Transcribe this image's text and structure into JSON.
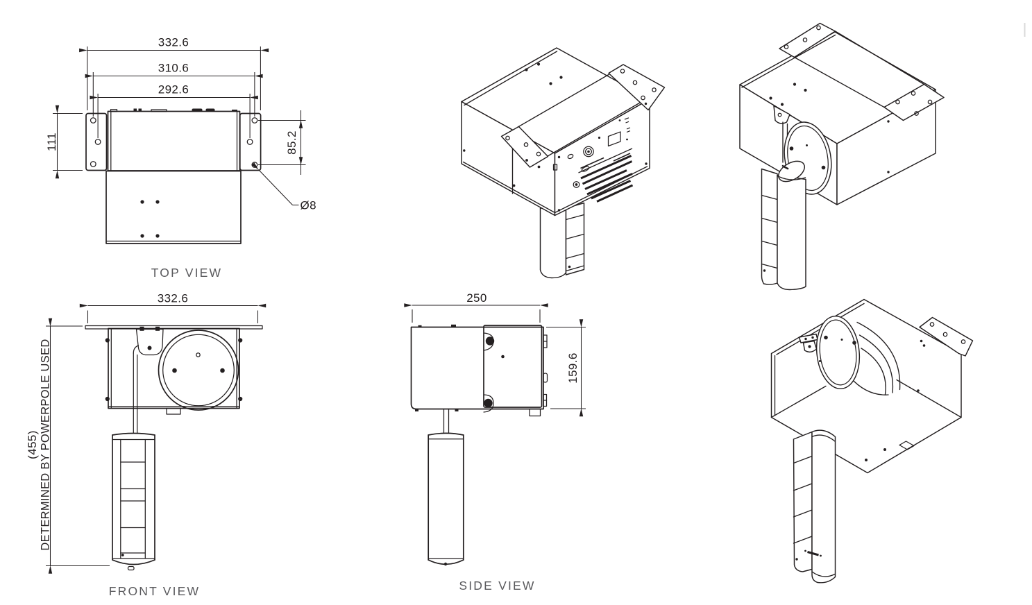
{
  "drawing": {
    "type": "engineering-dimension-drawing",
    "colors": {
      "line": "#231f20",
      "view_label": "#59595c",
      "page_mark": "#d9d9d9",
      "background": "#ffffff"
    },
    "views": {
      "top": {
        "label": "TOP VIEW",
        "dim_overall_width": "332.6",
        "dim_hole_span_outer": "310.6",
        "dim_hole_span_inner": "292.6",
        "dim_overall_depth": "111",
        "dim_hole_row_spacing": "85.2",
        "callout_hole_diameter": "Ø8"
      },
      "front": {
        "label": "FRONT VIEW",
        "dim_overall_width": "332.6",
        "dim_overall_height": "(455)",
        "dim_height_note": "DETERMINED BY POWERPOLE USED"
      },
      "side": {
        "label": "SIDE VIEW",
        "dim_overall_depth": "250",
        "dim_body_height": "159.6"
      }
    }
  }
}
